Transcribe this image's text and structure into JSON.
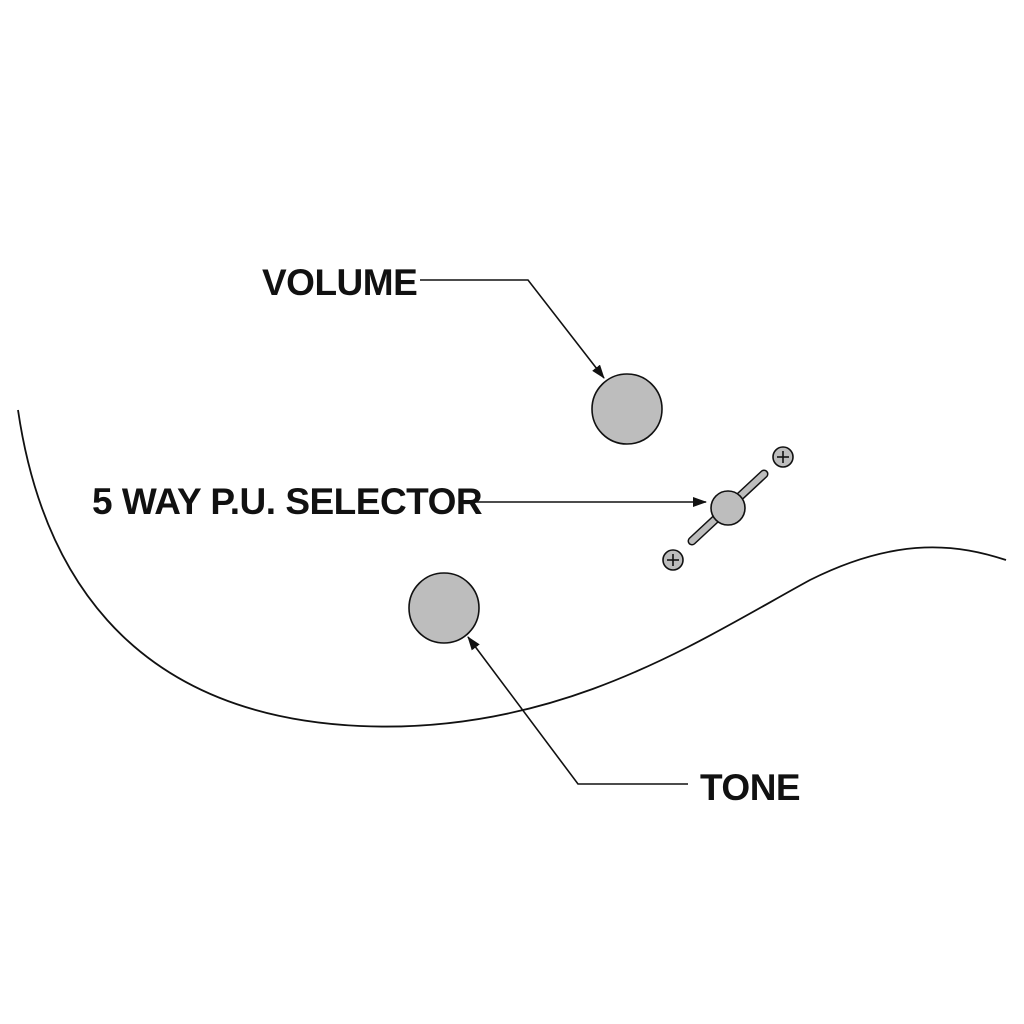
{
  "diagram": {
    "labels": {
      "volume": "VOLUME",
      "selector": "5 WAY P.U. SELECTOR",
      "tone": "TONE"
    },
    "colors": {
      "ink": "#111111",
      "knob_fill": "#bdbdbd",
      "background": "#ffffff"
    }
  }
}
